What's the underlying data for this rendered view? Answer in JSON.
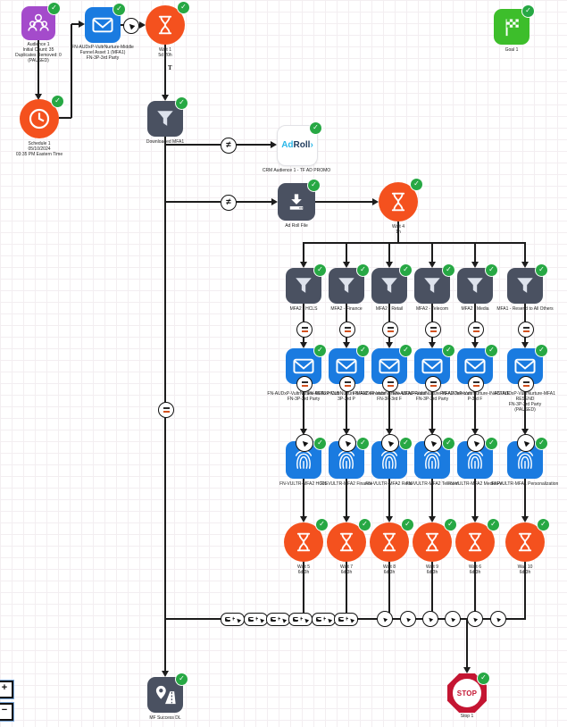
{
  "colors": {
    "purple": "#A44BCB",
    "blue": "#1A7BE0",
    "orange": "#F4511E",
    "slate": "#4A5161",
    "goal_green": "#3DBE2B",
    "check_green": "#27A844",
    "stop_red": "#C41532",
    "adroll_cyan": "#29B6E8",
    "adroll_navy": "#1E3A5C"
  },
  "icons": {
    "check": "✓",
    "not_equal": "≠",
    "plus": "+",
    "send": "▶",
    "adroll_arrow": "›"
  },
  "markers": {
    "true_path": "T"
  },
  "zoom_controls": {
    "zoom_in": "+",
    "zoom_out": "−"
  },
  "nodes": {
    "audience": {
      "lines": [
        "Audience 1",
        "Initial Count: 35",
        "Duplicates Removed: 0",
        "(PAUSED)"
      ]
    },
    "email_mfa1": {
      "lines": [
        "FN-AUDxP-VultrNurture-Middle",
        "Funnel Asset 1 (MFA1)",
        "FN-3P-3rd Party"
      ]
    },
    "wait1": {
      "lines": [
        "Wait 1",
        "5d 20h"
      ]
    },
    "goal": {
      "label": "Goal 1"
    },
    "schedule": {
      "lines": [
        "Schedule 1",
        "05/10/2024",
        "03:35 PM Eastern Time"
      ]
    },
    "downloaded": {
      "label": "Downloaded MFA1"
    },
    "adroll": {
      "brand_ad": "Ad",
      "brand_roll": "Roll",
      "label": "CRM Audience 1 - TF AD PROMO"
    },
    "adroll_file": {
      "label": "Ad Roll File"
    },
    "wait4": {
      "lines": [
        "Wait 4",
        "1h"
      ]
    },
    "success": {
      "label": "MF Success DL"
    },
    "stop": {
      "sign": "STOP",
      "label": "Stop 1"
    }
  },
  "columns": [
    {
      "filter": "MFA2 - HCLS",
      "email_lines": [
        "FN-AUDxP-VultrNuture-MFA2-HCLS",
        "FN-3P-3rd Party"
      ],
      "personalization": "FN-VULTR-MFA2 HCLS",
      "wait_lines": [
        "Wait 5",
        "6d 3h"
      ]
    },
    {
      "filter": "MFA2 - Finance",
      "email_lines": [
        "FN-AUDxP-VultrNurture-MFA2-Finance",
        "3P-3rd P"
      ],
      "personalization": "FN-VULTR-MFA2 Finance",
      "wait_lines": [
        "Wait 7",
        "6d 3h"
      ]
    },
    {
      "filter": "MFA2 - Retail",
      "email_lines": [
        "FN-AUDxP-VultrNurture-MFA2-Retail",
        "FN-3P-3rd F"
      ],
      "personalization": "FN-VULTR-MFA2 Retail",
      "wait_lines": [
        "Wait 8",
        "6d 3h"
      ]
    },
    {
      "filter": "MFA2 - Telecom",
      "email_lines": [
        "FN-AUDxP-VultrNurture-MFA2-Telecom",
        "FN-3P-3rd Party"
      ],
      "personalization": "FN-VULTR-MFA2 Telecom",
      "wait_lines": [
        "Wait 9",
        "6d 3h"
      ]
    },
    {
      "filter": "MFA2 - Media",
      "email_lines": [
        "FN-AUDxP-VultrNurture-INACTIVE",
        "P-3rd F"
      ],
      "personalization": "FN-VULTR-MFA2 Media Pe",
      "wait_lines": [
        "Wait 6",
        "6d 3h"
      ]
    },
    {
      "filter": "MFA1 - Resend to All Others",
      "email_lines": [
        "FN-AUDxP-VultrNurture-MFA1",
        "RESEND",
        "FN-3P-3rd Party",
        "(PAUSED)"
      ],
      "personalization": "FN-VULTR-MFA1 Personalization",
      "wait_lines": [
        "Wait 10",
        "6d 3h"
      ]
    }
  ]
}
